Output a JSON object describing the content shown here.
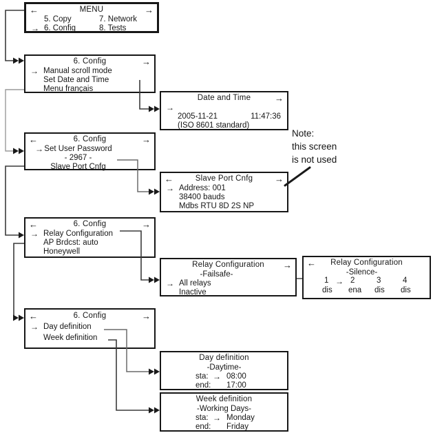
{
  "glyphs": {
    "nav_left": "←",
    "nav_right": "→",
    "cursor": "→"
  },
  "colors": {
    "border": "#161616",
    "wire": "#3a3a3a",
    "wire_light": "#9a9a9a"
  },
  "screens": {
    "menu": {
      "title": "MENU",
      "row1_col1": "5. Copy",
      "row1_col2": "7. Network",
      "row2_col1": "6. Config",
      "row2_col2": "8. Tests"
    },
    "config_scroll": {
      "title": "6. Config",
      "item1": "Manual scroll mode",
      "item2": "Set Date and Time",
      "item3": "Menu français"
    },
    "date_time": {
      "title": "Date and Time",
      "date": "2005-11-21",
      "time": "11:47:36",
      "standard": "(ISO 8601 standard)"
    },
    "config_password": {
      "title": "6. Config",
      "item1": "Set User Password",
      "item2": "- 2967 -",
      "item3": "Slave Port Cnfg"
    },
    "slave_port": {
      "title": "Slave Port Cnfg",
      "item1": "Address: 001",
      "item2": "38400 bauds",
      "item3": "Mdbs RTU 8D 2S NP"
    },
    "config_relay": {
      "title": "6. Config",
      "item1": "Relay Configuration",
      "item2": "AP Brdcst: auto",
      "item3": "Honeywell"
    },
    "relay_failsafe": {
      "title": "Relay Configuration",
      "subtitle": "-Failsafe-",
      "item1": "All relays",
      "item2": "Inactive"
    },
    "relay_silence": {
      "title": "Relay Configuration",
      "subtitle": "-Silence-",
      "relays": [
        {
          "num": "1",
          "state": "dis"
        },
        {
          "num": "2",
          "state": "ena"
        },
        {
          "num": "3",
          "state": "dis"
        },
        {
          "num": "4",
          "state": "dis"
        }
      ]
    },
    "config_daytime": {
      "title": "6. Config",
      "item1": "Day definition",
      "item2": "Week definition"
    },
    "day_definition": {
      "title": "Day definition",
      "subtitle": "-Daytime-",
      "start_label": "sta:",
      "start_value": "08:00",
      "end_label": "end:",
      "end_value": "17:00"
    },
    "week_definition": {
      "title": "Week definition",
      "subtitle": "-Working Days-",
      "start_label": "sta:",
      "start_value": "Monday",
      "end_label": "end:",
      "end_value": "Friday"
    }
  },
  "note": {
    "line1": "Note:",
    "line2": "this screen",
    "line3": "is not used"
  }
}
